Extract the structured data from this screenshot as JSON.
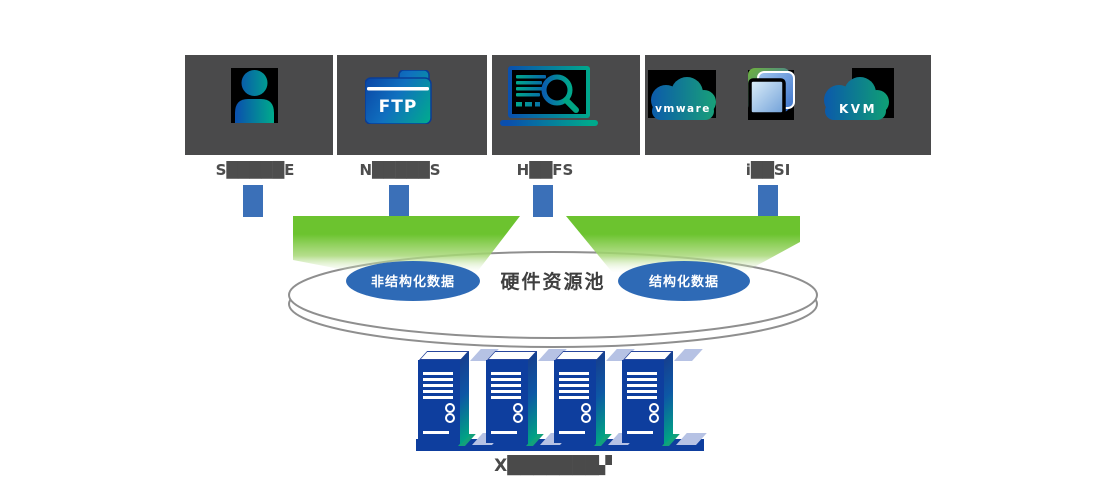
{
  "protocols": [
    {
      "label": "S█████E"
    },
    {
      "label": "N█████S"
    },
    {
      "label": "H██FS"
    },
    {
      "label": "i██SI"
    }
  ],
  "icons": {
    "ftp_text": "FTP",
    "vmware_text": "vmware",
    "kvm_text": "KVM"
  },
  "pool": {
    "title": "硬件资源池",
    "unstructured": "非结构化数据",
    "structured": "结构化数据"
  },
  "servers": {
    "label": "X███████▞"
  },
  "colors": {
    "box_bg": "#4a4a4b",
    "label_gray": "#4d4d4d",
    "connector_blue": "#3b70b8",
    "funnel_green": "#6cc32f",
    "data_ellipse_blue": "#2e6ab6",
    "platter_outline": "#8f8f8f",
    "server_blue": "#0e3e9e",
    "server_teal": "#00a583",
    "server_lavender": "#b6c2e4",
    "icon_gradient_start": "#0a53ad",
    "icon_gradient_end": "#00a98c"
  }
}
